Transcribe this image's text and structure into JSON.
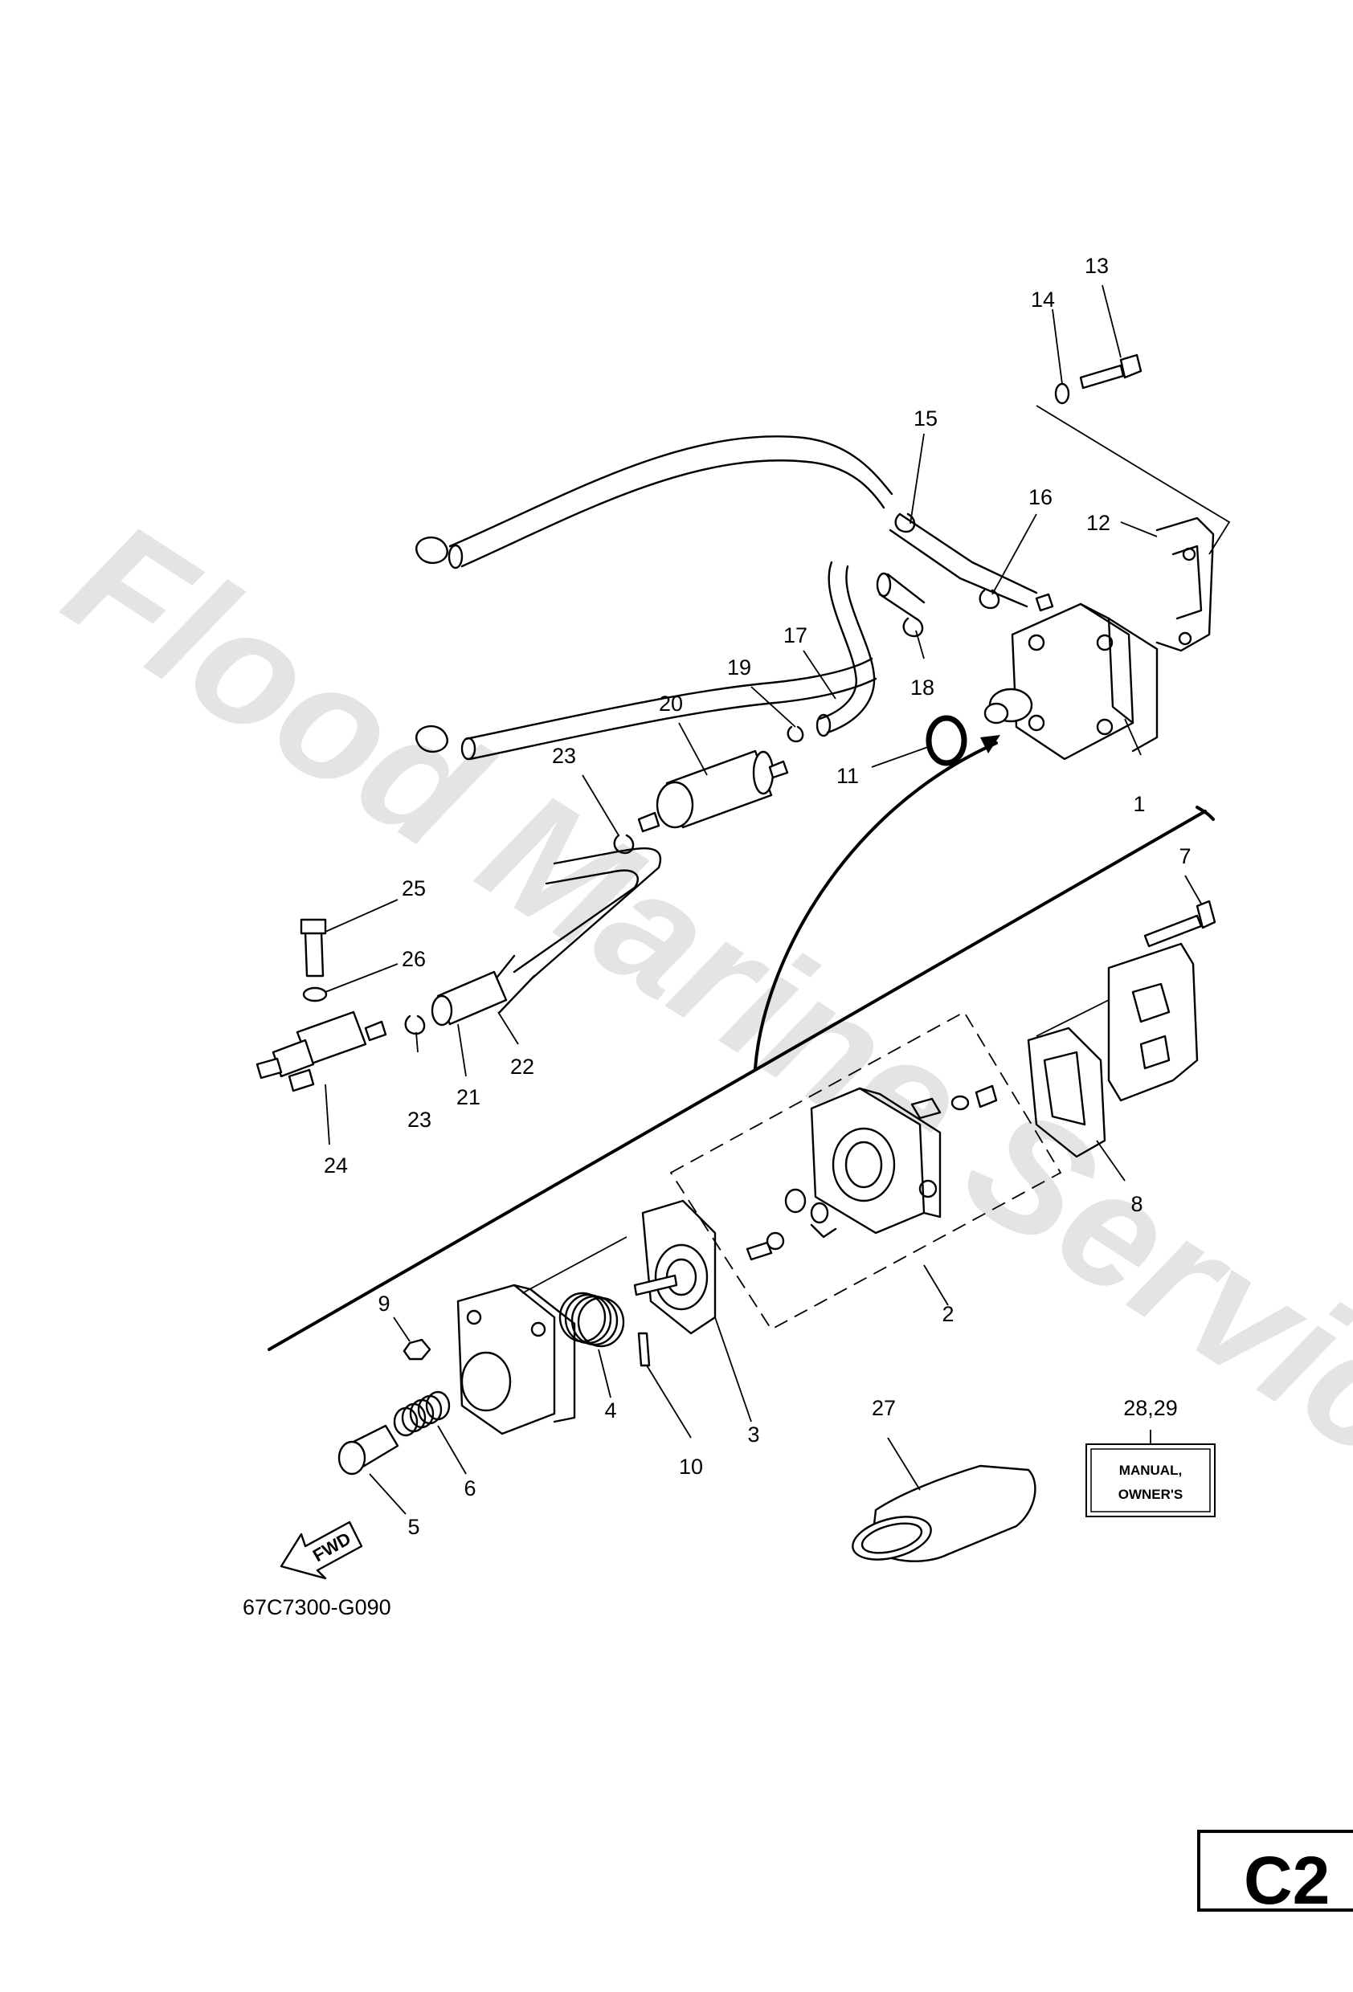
{
  "watermark": "Flood Marine Services",
  "diagram_code": "67C7300-G090",
  "page_code": "C2",
  "fwd_label": "FWD",
  "manual_box": {
    "line1": "MANUAL,",
    "line2": "OWNER'S"
  },
  "callouts": [
    {
      "id": "c1",
      "text": "1"
    },
    {
      "id": "c2",
      "text": "2"
    },
    {
      "id": "c3",
      "text": "3"
    },
    {
      "id": "c4",
      "text": "4"
    },
    {
      "id": "c5",
      "text": "5"
    },
    {
      "id": "c6",
      "text": "6"
    },
    {
      "id": "c7",
      "text": "7"
    },
    {
      "id": "c8",
      "text": "8"
    },
    {
      "id": "c9",
      "text": "9"
    },
    {
      "id": "c10",
      "text": "10"
    },
    {
      "id": "c11",
      "text": "11"
    },
    {
      "id": "c12",
      "text": "12"
    },
    {
      "id": "c13",
      "text": "13"
    },
    {
      "id": "c14",
      "text": "14"
    },
    {
      "id": "c15",
      "text": "15"
    },
    {
      "id": "c16",
      "text": "16"
    },
    {
      "id": "c17",
      "text": "17"
    },
    {
      "id": "c18",
      "text": "18"
    },
    {
      "id": "c19",
      "text": "19"
    },
    {
      "id": "c20",
      "text": "20"
    },
    {
      "id": "c21",
      "text": "21"
    },
    {
      "id": "c22",
      "text": "22"
    },
    {
      "id": "c23a",
      "text": "23"
    },
    {
      "id": "c23b",
      "text": "23"
    },
    {
      "id": "c24",
      "text": "24"
    },
    {
      "id": "c25",
      "text": "25"
    },
    {
      "id": "c26",
      "text": "26"
    },
    {
      "id": "c27",
      "text": "27"
    },
    {
      "id": "c2829",
      "text": "28,29"
    }
  ]
}
